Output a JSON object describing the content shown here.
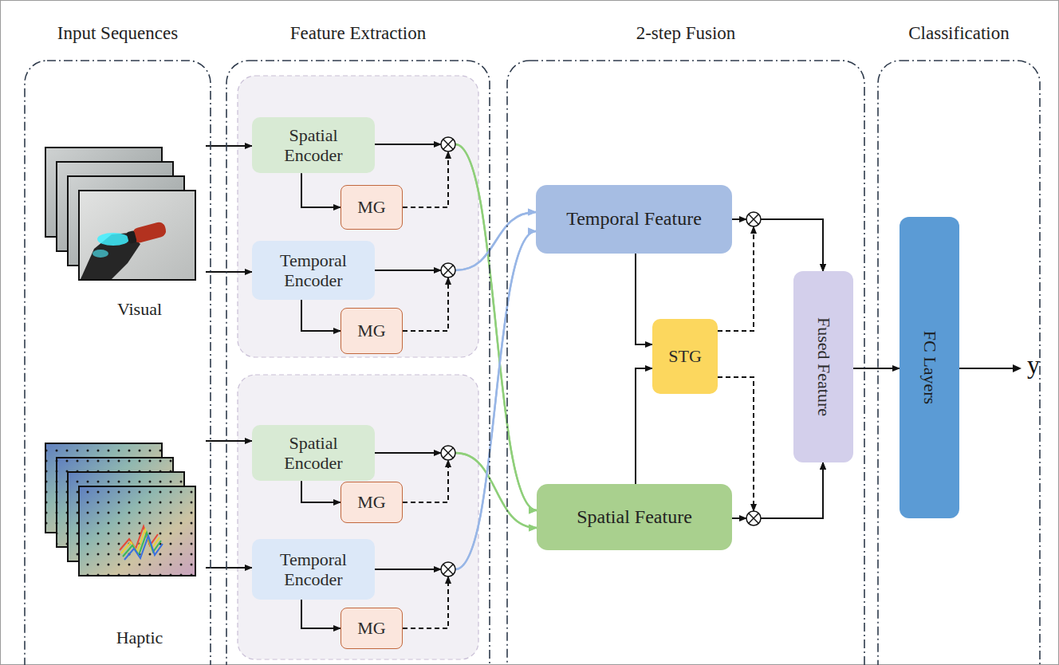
{
  "diagram": {
    "nodes": [
      {
        "text": [
          "Input Sequences"
        ]
      },
      {
        "text": [
          "Visual"
        ],
        "in": 0
      },
      {
        "text": [
          "Haptic"
        ],
        "in": 0
      },
      {
        "text": [
          "Feature Extraction"
        ]
      },
      {
        "text": [
          "Spatial Encoder"
        ],
        "in": 3
      },
      {
        "text": [
          "MG"
        ],
        "in": 3
      },
      {
        "text": [
          "Temporal Encoder"
        ],
        "in": 3
      },
      {
        "text": [
          "MG"
        ],
        "in": 3
      },
      {
        "text": [
          "Spatial Encoder"
        ],
        "in": 3
      },
      {
        "text": [
          "MG"
        ],
        "in": 3
      },
      {
        "text": [
          "Temporal Encoder"
        ],
        "in": 3
      },
      {
        "text": [
          "MG"
        ],
        "in": 3
      },
      {
        "text": [
          "2-step Fusion"
        ]
      },
      {
        "text": [
          "Temporal Feature"
        ],
        "in": 12
      },
      {
        "text": [
          "STG"
        ],
        "in": 12
      },
      {
        "text": [
          "Fused Feature"
        ],
        "in": 12
      },
      {
        "text": [
          "Spatial Feature"
        ],
        "in": 12
      },
      {
        "text": [
          "Classification"
        ]
      },
      {
        "text": [
          "FC Layers"
        ],
        "in": 17
      }
    ],
    "edges": [
      {
        "from": 1,
        "to": 4,
        "arrow": "to"
      },
      {
        "from": 1,
        "to": 6,
        "arrow": "to"
      },
      {
        "from": 2,
        "to": 8,
        "arrow": "to"
      },
      {
        "from": 2,
        "to": 10,
        "arrow": "to"
      },
      {
        "from": 4,
        "to": 5,
        "arrow": "to"
      },
      {
        "from": 4,
        "to": 16,
        "arrow": "to"
      },
      {
        "from": 5,
        "to": 16,
        "arrow": "to"
      },
      {
        "from": 6,
        "to": 7,
        "arrow": "to"
      },
      {
        "from": 6,
        "to": 13,
        "arrow": "to"
      },
      {
        "from": 7,
        "to": 13,
        "arrow": "to"
      },
      {
        "from": 8,
        "to": 9,
        "arrow": "to"
      },
      {
        "from": 8,
        "to": 16,
        "arrow": "to"
      },
      {
        "from": 9,
        "to": 16,
        "arrow": "to"
      },
      {
        "from": 10,
        "to": 11,
        "arrow": "to"
      },
      {
        "from": 10,
        "to": 13,
        "arrow": "to"
      },
      {
        "from": 11,
        "to": 13,
        "arrow": "to"
      },
      {
        "from": 13,
        "to": 14,
        "arrow": "to"
      },
      {
        "from": 16,
        "to": 14,
        "arrow": "to"
      },
      {
        "from": 13,
        "to": 15,
        "arrow": "to"
      },
      {
        "from": 14,
        "to": 15,
        "arrow": "to"
      },
      {
        "from": 14,
        "to": 15,
        "arrow": "to"
      },
      {
        "from": 16,
        "to": 15,
        "arrow": "to"
      },
      {
        "from": 15,
        "to": 18,
        "arrow": "to"
      }
    ],
    "labels": [
      "y"
    ]
  }
}
